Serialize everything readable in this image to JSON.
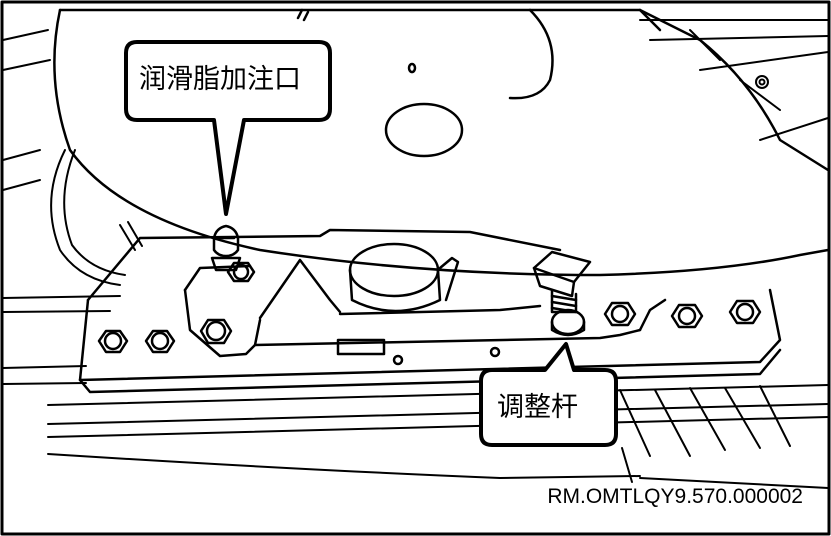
{
  "callouts": {
    "grease_fitting": "润滑脂加注口",
    "adjusting_rod": "调整杆"
  },
  "reference_code": "RM.OMTLQY9.570.000002",
  "colors": {
    "line": "#000000",
    "background": "#ffffff"
  }
}
